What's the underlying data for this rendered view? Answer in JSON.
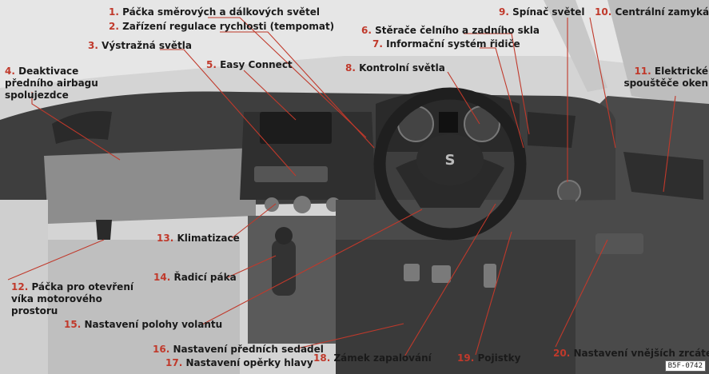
{
  "labels": [
    {
      "id": "l1",
      "name": "turn-signal-lever-label",
      "number": "1.",
      "text": "Páčka směrových a dálkových světel"
    },
    {
      "id": "l2",
      "name": "cruise-control-label",
      "number": "2.",
      "text": "Zařízení regulace rychlosti (tempomat)"
    },
    {
      "id": "l3",
      "name": "hazard-lights-label",
      "number": "3.",
      "text": "Výstražná světla"
    },
    {
      "id": "l4",
      "name": "airbag-deactivation-label",
      "number": "4.",
      "text": "Deaktivace předního airbagu spolujezdce"
    },
    {
      "id": "l5",
      "name": "easy-connect-label",
      "number": "5.",
      "text": "Easy Connect"
    },
    {
      "id": "l6",
      "name": "wipers-label",
      "number": "6.",
      "text": "Stěrače čelního a zadního skla"
    },
    {
      "id": "l7",
      "name": "driver-info-system-label",
      "number": "7.",
      "text": "Informační systém řidiče"
    },
    {
      "id": "l8",
      "name": "warning-lights-label",
      "number": "8.",
      "text": "Kontrolní světla"
    },
    {
      "id": "l9",
      "name": "light-switch-label",
      "number": "9.",
      "text": "Spínač světel"
    },
    {
      "id": "l10",
      "name": "central-locking-label",
      "number": "10.",
      "text": "Centrální zamykání"
    },
    {
      "id": "l11",
      "name": "power-windows-label",
      "number": "11.",
      "text": "Elektrické spouštěče oken"
    },
    {
      "id": "l12",
      "name": "bonnet-release-label",
      "number": "12.",
      "text": "Páčka pro otevření víka motorového prostoru"
    },
    {
      "id": "l13",
      "name": "air-conditioning-label",
      "number": "13.",
      "text": "Klimatizace"
    },
    {
      "id": "l14",
      "name": "gear-lever-label",
      "number": "14.",
      "text": "Řadicí páka"
    },
    {
      "id": "l15",
      "name": "steering-wheel-adjust-label",
      "number": "15.",
      "text": "Nastavení polohy volantu"
    },
    {
      "id": "l16",
      "name": "front-seat-adjust-label",
      "number": "16.",
      "text": "Nastavení předních sedadel"
    },
    {
      "id": "l17",
      "name": "headrest-adjust-label",
      "number": "17.",
      "text": "Nastavení opěrky hlavy"
    },
    {
      "id": "l18",
      "name": "ignition-lock-label",
      "number": "18.",
      "text": "Zámek zapalování"
    },
    {
      "id": "l19",
      "name": "fuses-label",
      "number": "19.",
      "text": "Pojistky"
    },
    {
      "id": "l20",
      "name": "mirror-adjust-label",
      "number": "20.",
      "text": "Nastavení vnějších zrcátek"
    }
  ],
  "badge": {
    "seat_logo_text": "S"
  },
  "figure_code": "B5F-0742",
  "colors": {
    "leader": "#c0392b",
    "number": "#c0392b",
    "dashboard": "#3a3a3a",
    "background": "#d9d9d9"
  }
}
